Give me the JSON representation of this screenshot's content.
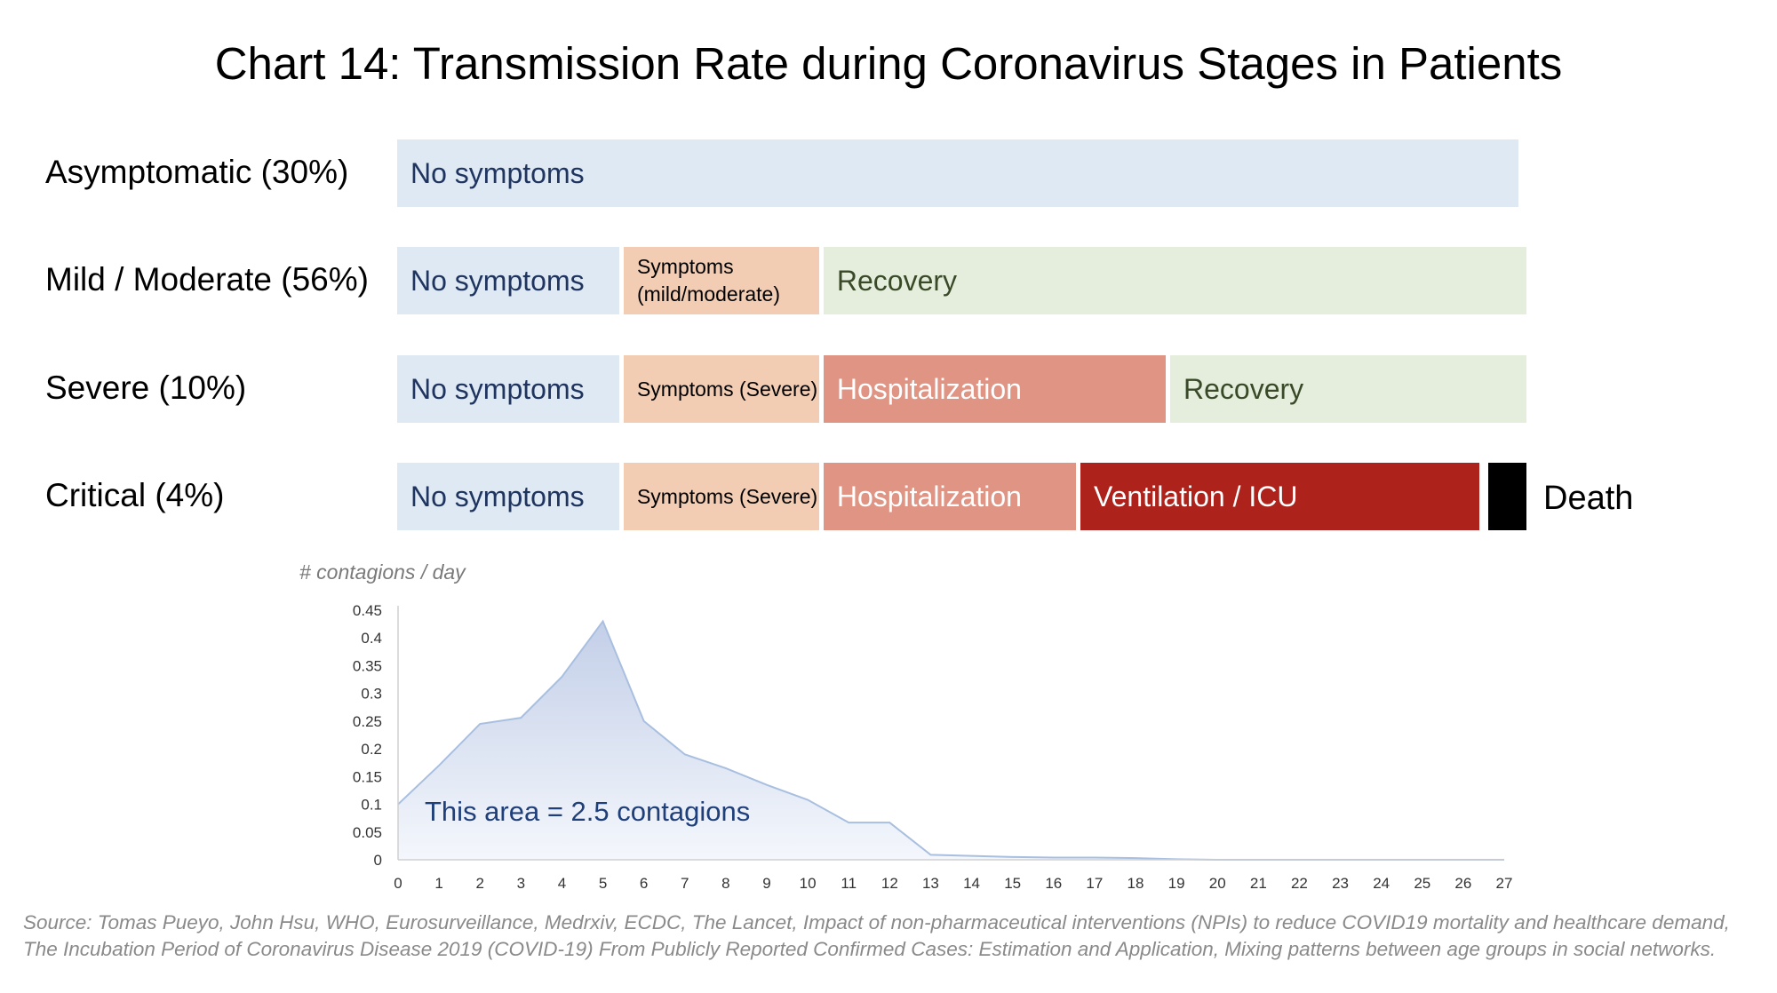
{
  "title": "Chart 14: Transmission Rate during Coronavirus Stages in Patients",
  "stages": {
    "rows": [
      {
        "label": "Asymptomatic (30%)",
        "segments": [
          {
            "text": "No symptoms",
            "start_day": 0,
            "end_day": 27.5,
            "color": "#dfe9f4",
            "text_color": "#1f3560",
            "size": "big"
          }
        ]
      },
      {
        "label": "Mild / Moderate (56%)",
        "segments": [
          {
            "text": "No symptoms",
            "start_day": 0,
            "end_day": 5.5,
            "color": "#dfe9f4",
            "text_color": "#1f3560",
            "size": "big"
          },
          {
            "text": "Symptoms (mild/moderate)",
            "start_day": 5.5,
            "end_day": 10.4,
            "color": "#f2cdb4",
            "text_color": "#000000",
            "size": "small"
          },
          {
            "text": "Recovery",
            "start_day": 10.4,
            "end_day": 27.7,
            "color": "#e5eedc",
            "text_color": "#3a4a28",
            "size": "big"
          }
        ]
      },
      {
        "label": "Severe (10%)",
        "segments": [
          {
            "text": "No symptoms",
            "start_day": 0,
            "end_day": 5.5,
            "color": "#dfe9f4",
            "text_color": "#1f3560",
            "size": "big"
          },
          {
            "text": "Symptoms (Severe)",
            "start_day": 5.5,
            "end_day": 10.4,
            "color": "#f2cdb4",
            "text_color": "#000000",
            "size": "small"
          },
          {
            "text": "Hospitalization",
            "start_day": 10.4,
            "end_day": 18.9,
            "color": "#e09584",
            "text_color": "#ffffff",
            "size": "big"
          },
          {
            "text": "Recovery",
            "start_day": 18.9,
            "end_day": 27.7,
            "color": "#e5eedc",
            "text_color": "#3a4a28",
            "size": "big"
          }
        ]
      },
      {
        "label": "Critical (4%)",
        "segments": [
          {
            "text": "No symptoms",
            "start_day": 0,
            "end_day": 5.5,
            "color": "#dfe9f4",
            "text_color": "#1f3560",
            "size": "big"
          },
          {
            "text": "Symptoms (Severe)",
            "start_day": 5.5,
            "end_day": 10.4,
            "color": "#f2cdb4",
            "text_color": "#000000",
            "size": "small"
          },
          {
            "text": "Hospitalization",
            "start_day": 10.4,
            "end_day": 16.7,
            "color": "#e09584",
            "text_color": "#ffffff",
            "size": "big"
          },
          {
            "text": "Ventilation / ICU",
            "start_day": 16.7,
            "end_day": 26.6,
            "color": "#ad221b",
            "text_color": "#ffffff",
            "size": "big"
          },
          {
            "text": "",
            "start_day": 26.7,
            "end_day": 27.7,
            "color": "#000000",
            "text_color": "#ffffff",
            "size": "big"
          }
        ]
      }
    ],
    "death_label": "Death"
  },
  "chart_data": {
    "type": "area",
    "ylabel": "# contagions / day",
    "xlabel": "",
    "x": [
      0,
      1,
      2,
      3,
      4,
      5,
      6,
      7,
      8,
      9,
      10,
      11,
      12,
      13,
      14,
      15,
      16,
      17,
      18,
      19,
      20,
      21,
      22,
      23,
      24,
      25,
      26,
      27
    ],
    "series": [
      {
        "values": [
          0.1,
          0.17,
          0.245,
          0.256,
          0.33,
          0.43,
          0.25,
          0.19,
          0.165,
          0.135,
          0.108,
          0.067,
          0.067,
          0.009,
          0.007,
          0.005,
          0.004,
          0.004,
          0.003,
          0.001,
          0,
          0,
          0,
          0,
          0,
          0,
          0,
          0
        ],
        "color": "#a9bfe0"
      }
    ],
    "xlim": [
      0,
      27
    ],
    "ylim": [
      0,
      0.45
    ],
    "yticks": [
      "0",
      "0.05",
      "0.1",
      "0.15",
      "0.2",
      "0.25",
      "0.3",
      "0.35",
      "0.4",
      "0.45"
    ],
    "xticks": [
      "0",
      "1",
      "2",
      "3",
      "4",
      "5",
      "6",
      "7",
      "8",
      "9",
      "10",
      "11",
      "12",
      "13",
      "14",
      "15",
      "16",
      "17",
      "18",
      "19",
      "20",
      "21",
      "22",
      "23",
      "24",
      "25",
      "26",
      "27"
    ],
    "grid": false,
    "annotation": "This area = 2.5 contagions",
    "annotation_color": "#1f3f7a"
  },
  "source": "Source: Tomas Pueyo, John Hsu, WHO, Eurosurveillance, Medrxiv, ECDC, The Lancet, Impact of non-pharmaceutical interventions (NPIs) to reduce COVID19 mortality and healthcare demand, The Incubation Period of Coronavirus Disease 2019 (COVID-19) From Publicly Reported Confirmed Cases: Estimation and Application, Mixing patterns between age groups in social networks."
}
